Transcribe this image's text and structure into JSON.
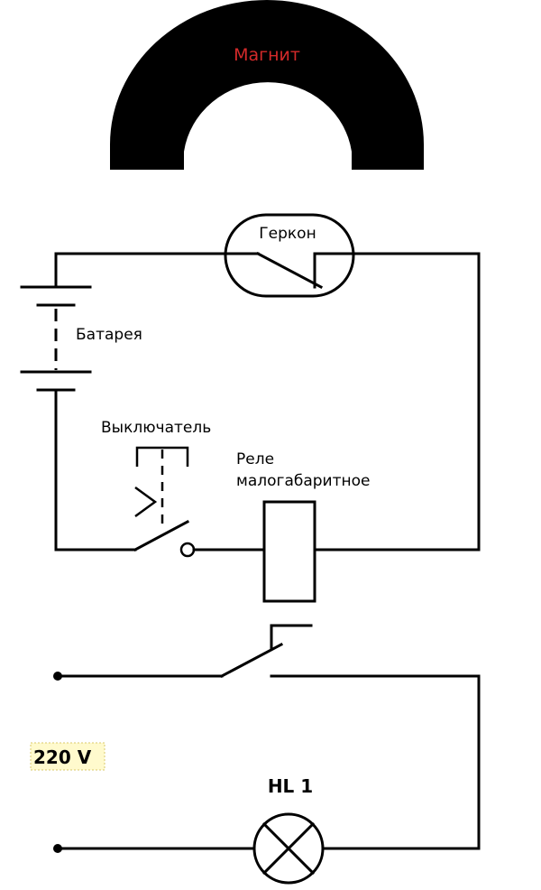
{
  "magnet": {
    "label": "Магнит",
    "label_color": "#d42a2a",
    "body_color": "#000000"
  },
  "reed_switch": {
    "label": "Геркон"
  },
  "battery": {
    "label": "Батарея"
  },
  "switch": {
    "label": "Выключатель"
  },
  "relay": {
    "label_line1": "Реле",
    "label_line2": "малогабаритное"
  },
  "mains": {
    "label": "220 V",
    "highlight_color": "#fffacd"
  },
  "lamp": {
    "label": "HL 1"
  }
}
